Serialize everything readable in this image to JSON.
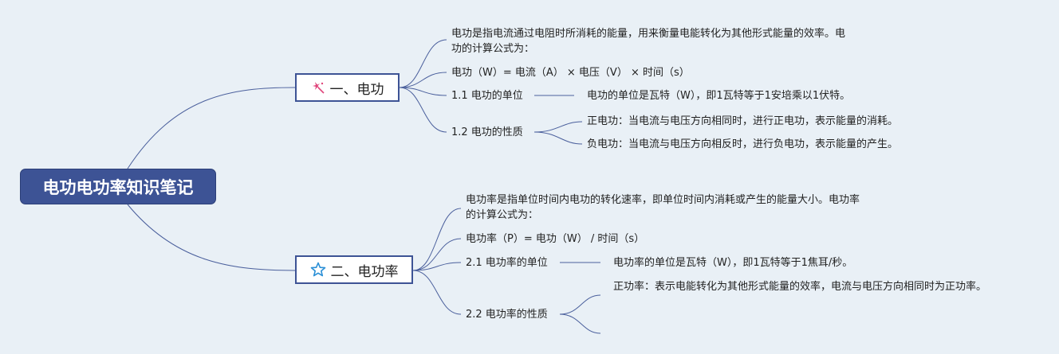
{
  "root": {
    "label": "电功电功率知识笔记"
  },
  "branches": [
    {
      "label": "一、电功",
      "icon": "sparkle-icon",
      "icon_color": "#e0457b",
      "desc": "电功是指电流通过电阻时所消耗的能量，用来衡量电能转化为其他形式能量的效率。电功的计算公式为：",
      "formula": "电功（W）= 电流（A） × 电压（V） × 时间（s）",
      "sub": [
        {
          "label": "1.1 电功的单位",
          "details": [
            "电功的单位是瓦特（W），即1瓦特等于1安培乘以1伏特。"
          ]
        },
        {
          "label": "1.2 电功的性质",
          "details": [
            "正电功：当电流与电压方向相同时，进行正电功，表示能量的消耗。",
            "负电功：当电流与电压方向相反时，进行负电功，表示能量的产生。"
          ]
        }
      ]
    },
    {
      "label": "二、电功率",
      "icon": "star-icon",
      "icon_color": "#2a8fd6",
      "desc": "电功率是指单位时间内电功的转化速率，即单位时间内消耗或产生的能量大小。电功率的计算公式为：",
      "formula": "电功率（P）= 电功（W） / 时间（s）",
      "sub": [
        {
          "label": "2.1 电功率的单位",
          "details": [
            "电功率的单位是瓦特（W），即1瓦特等于1焦耳/秒。"
          ]
        },
        {
          "label": "2.2 电功率的性质",
          "details": [
            "正功率：表示电能转化为其他形式能量的效率，电流与电压方向相同时为正功率。",
            ""
          ]
        }
      ]
    }
  ],
  "colors": {
    "root_bg": "#3d5395",
    "line": "#4a5f9c",
    "background": "#e9f0f6"
  }
}
